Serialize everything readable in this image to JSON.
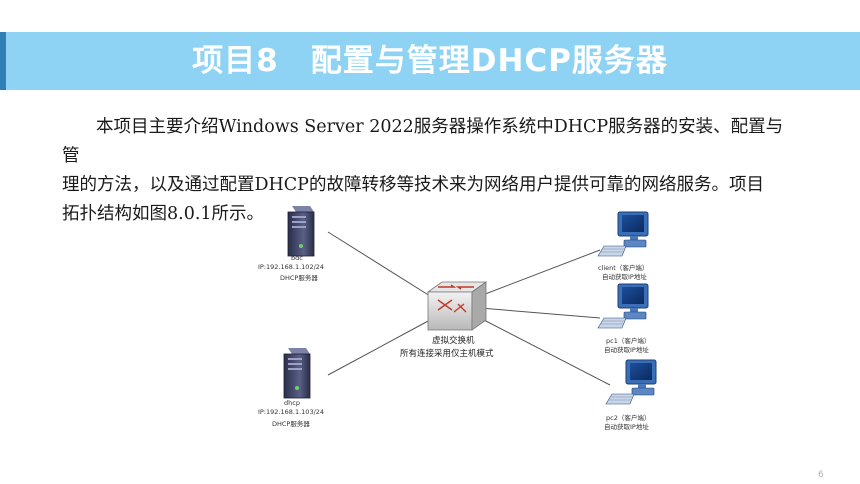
{
  "banner": {
    "title": "项目8　配置与管理DHCP服务器"
  },
  "paragraph": {
    "lines": [
      "本项目主要介绍Windows Server 2022服务器操作系统中DHCP服务器的安装、配置与管",
      "理的方法，以及通过配置DHCP的故障转移等技术来为网络用户提供可靠的网络服务。项目",
      "拓扑结构如图8.0.1所示。"
    ]
  },
  "diagram": {
    "server_bdc": {
      "name": "bdc",
      "ip": "IP:192.168.1.102/24",
      "role": "DHCP服务器"
    },
    "server_dhcp": {
      "name": "dhcp",
      "ip": "IP:192.168.1.103/24",
      "role": "DHCP服务器"
    },
    "switch": {
      "line1": "虚拟交换机",
      "line2": "所有连接采用仅主机模式"
    },
    "client1": {
      "name": "client（客户端）",
      "desc": "自动获取IP地址"
    },
    "client2": {
      "name": "pc1（客户端）",
      "desc": "自动获取IP地址"
    },
    "client3": {
      "name": "pc2（客户端）",
      "desc": "自动获取IP地址"
    },
    "icons": [
      "server-tower-icon",
      "network-switch-icon",
      "desktop-computer-icon"
    ]
  },
  "page_number": "6",
  "colors": {
    "banner": "#8fd3f4",
    "banner_accent": "#2f7fb5",
    "text": "#1a1a1a"
  }
}
